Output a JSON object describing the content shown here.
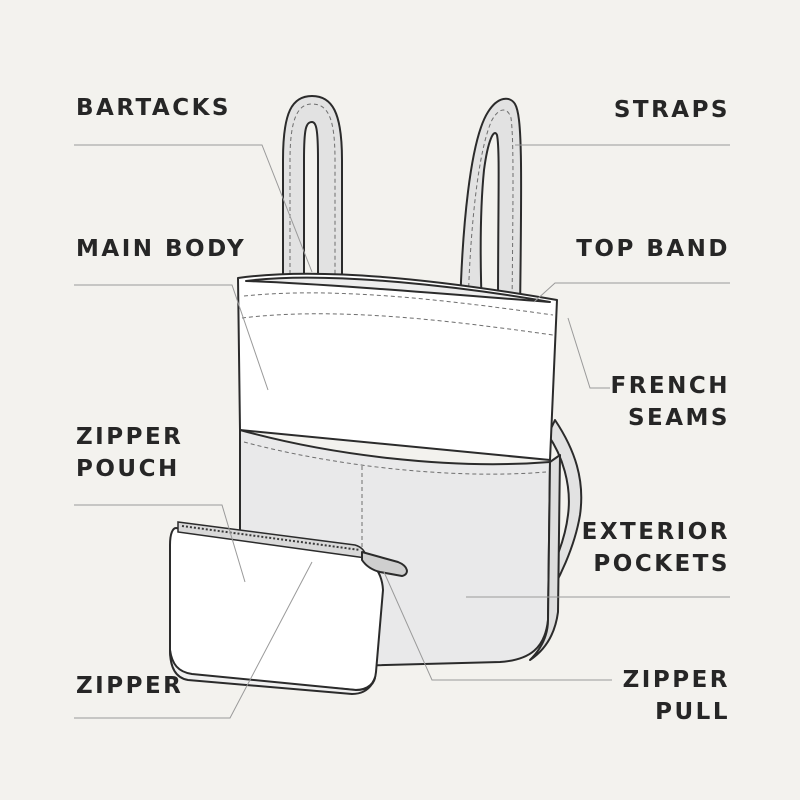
{
  "labels": {
    "bartacks": [
      "BARTACKS"
    ],
    "main_body": [
      "MAIN BODY"
    ],
    "zipper_pouch": [
      "ZIPPER",
      "POUCH"
    ],
    "zipper": [
      "ZIPPER"
    ],
    "straps": [
      "STRAPS"
    ],
    "top_band": [
      "TOP BAND"
    ],
    "french_seams": [
      "FRENCH",
      "SEAMS"
    ],
    "exterior_pockets": [
      "EXTERIOR",
      "POCKETS"
    ],
    "zipper_pull": [
      "ZIPPER",
      "PULL"
    ]
  },
  "colors": {
    "background": "#f3f2ee",
    "outline": "#2b2b2b",
    "bag_body": "#ffffff",
    "pocket_fill": "#e9e9ea",
    "strap_fill": "#e2e2e2",
    "leader_line": "#9a9a9a",
    "label_text": "#262626"
  }
}
